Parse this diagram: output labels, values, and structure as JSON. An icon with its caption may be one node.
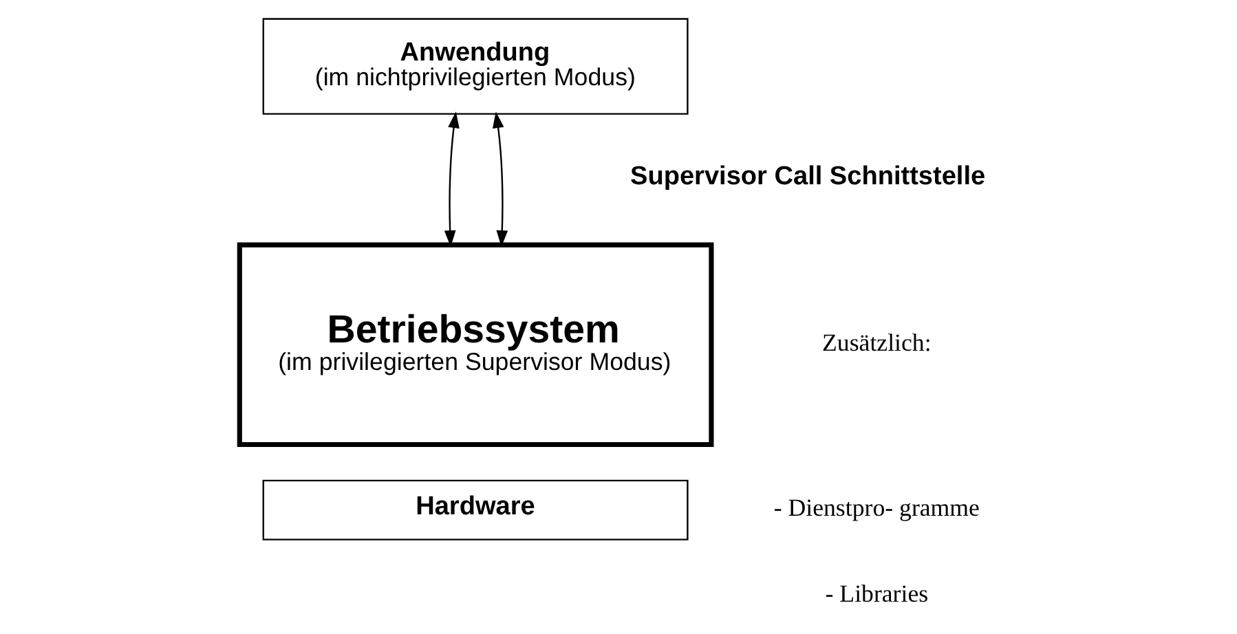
{
  "diagram": {
    "nodes": [
      {
        "text": [
          "Anwendung",
          "(im nichtprivilegierten Modus)"
        ]
      },
      {
        "text": [
          "Betriebssystem",
          "(im privilegierten Supervisor Modus)"
        ]
      },
      {
        "text": [
          "Hardware"
        ]
      }
    ],
    "edges": [
      {
        "from": 0,
        "to": 1,
        "arrow": "both"
      },
      {
        "from": 0,
        "to": 1,
        "arrow": "both"
      }
    ],
    "labels": [
      "Supervisor Call Schnittstelle",
      "Zusätzlich:",
      "- Dienstpro- gramme",
      "- Libraries"
    ]
  }
}
